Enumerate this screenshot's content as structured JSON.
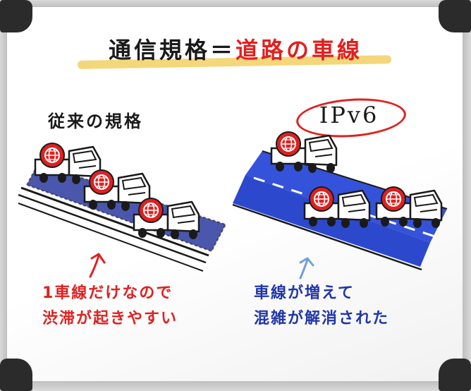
{
  "title": {
    "prefix": "通信規格＝",
    "highlight": "道路の車線"
  },
  "left_panel": {
    "heading": "従来の規格",
    "caption_line1": "1車線だけなので",
    "caption_line2": "渋滞が起きやすい"
  },
  "right_panel": {
    "badge": "IPv6",
    "caption_line1": "車線が増えて",
    "caption_line2": "混雑が解消された"
  },
  "colors": {
    "accent_red": "#e0201f",
    "accent_blue": "#2136a8",
    "road_blue": "#1f3fd6",
    "highlight_yellow": "#f4d77a"
  }
}
